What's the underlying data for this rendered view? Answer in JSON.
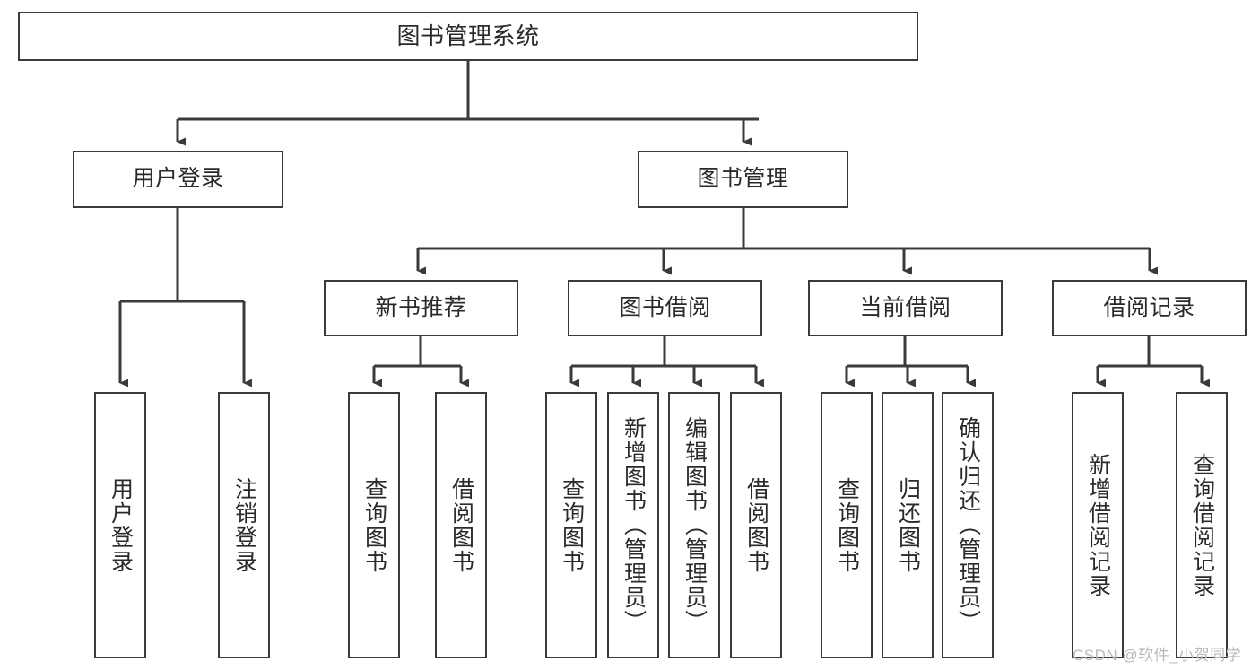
{
  "diagram": {
    "title": "图书管理系统",
    "type": "tree-hierarchy",
    "root": {
      "id": "root",
      "label": "图书管理系统"
    },
    "level1": [
      {
        "id": "user-login",
        "label": "用户登录"
      },
      {
        "id": "book-management",
        "label": "图书管理"
      }
    ],
    "level2": [
      {
        "id": "new-book-recommend",
        "label": "新书推荐",
        "parent": "book-management"
      },
      {
        "id": "book-borrow",
        "label": "图书借阅",
        "parent": "book-management"
      },
      {
        "id": "current-borrow",
        "label": "当前借阅",
        "parent": "book-management"
      },
      {
        "id": "borrow-record",
        "label": "借阅记录",
        "parent": "book-management"
      }
    ],
    "leaves": {
      "user_login": [
        {
          "id": "leaf-user-login",
          "label": "用户登录"
        },
        {
          "id": "leaf-logout-login",
          "label": "注销登录"
        }
      ],
      "new_book_recommend": [
        {
          "id": "leaf-query-book-1",
          "label": "查询图书"
        },
        {
          "id": "leaf-borrow-book-1",
          "label": "借阅图书"
        }
      ],
      "book_borrow": [
        {
          "id": "leaf-query-book-2",
          "label": "查询图书"
        },
        {
          "id": "leaf-add-book",
          "label": "新增图书（管理员）"
        },
        {
          "id": "leaf-edit-book",
          "label": "编辑图书（管理员）"
        },
        {
          "id": "leaf-borrow-book-2",
          "label": "借阅图书"
        }
      ],
      "current_borrow": [
        {
          "id": "leaf-query-book-3",
          "label": "查询图书"
        },
        {
          "id": "leaf-return-book",
          "label": "归还图书"
        },
        {
          "id": "leaf-confirm-return",
          "label": "确认归还（管理员）"
        }
      ],
      "borrow_record": [
        {
          "id": "leaf-add-record",
          "label": "新增借阅记录"
        },
        {
          "id": "leaf-query-record",
          "label": "查询借阅记录"
        }
      ]
    }
  },
  "watermark": {
    "text": "CSDN @软件_小贺同学"
  },
  "colors": {
    "stroke": "#3a3a3a",
    "text": "#2a2a2a",
    "background": "#ffffff",
    "watermark": "#b9b9b9"
  }
}
